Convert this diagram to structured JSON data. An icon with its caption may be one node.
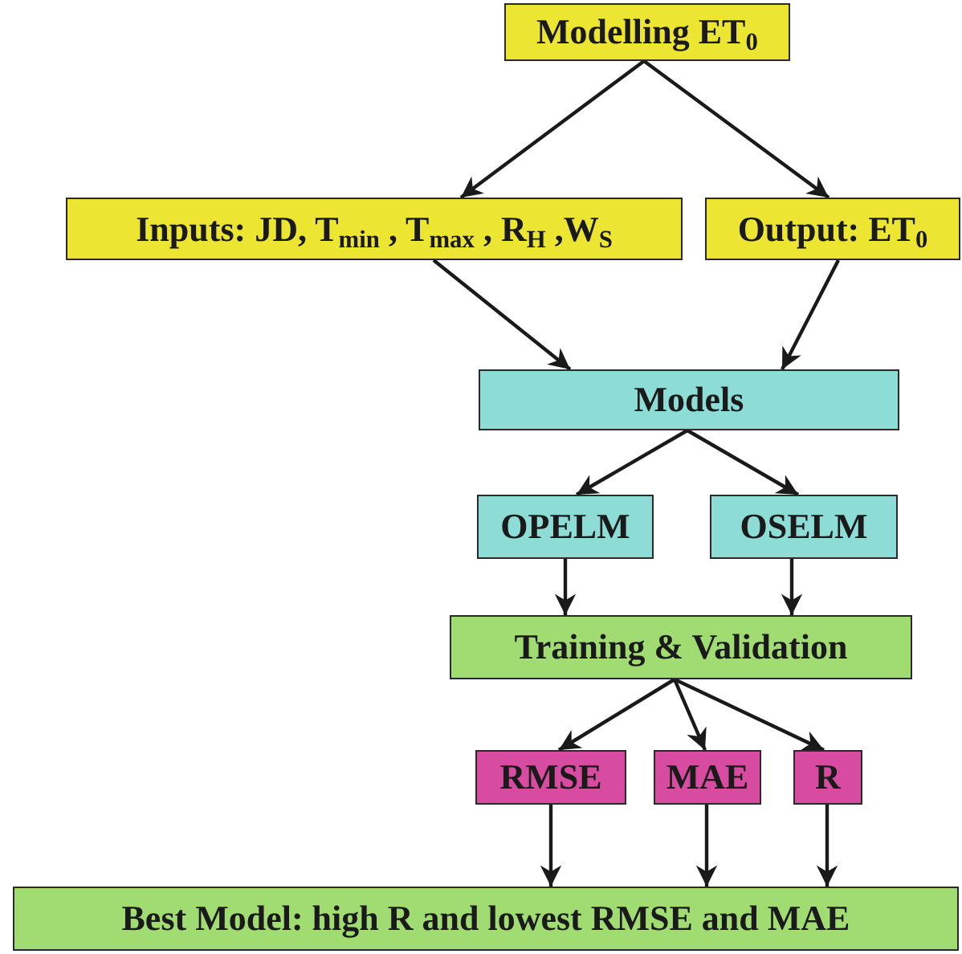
{
  "diagram": {
    "nodes": [
      {
        "text": [
          "Modelling ET$_{0}$"
        ]
      },
      {
        "text": [
          "Inputs: JD, T$_{min}$ , T$_{max}$ , R$_{H}$ ,W$_{S}$"
        ]
      },
      {
        "text": [
          "Output: ET$_{0}$"
        ]
      },
      {
        "text": [
          "Models"
        ]
      },
      {
        "text": [
          "OPELM"
        ]
      },
      {
        "text": [
          "OSELM"
        ]
      },
      {
        "text": [
          "Training & Validation"
        ]
      },
      {
        "text": [
          "RMSE"
        ]
      },
      {
        "text": [
          "MAE"
        ]
      },
      {
        "text": [
          "R"
        ]
      },
      {
        "text": [
          "Best Model: high R and lowest RMSE and MAE"
        ]
      }
    ],
    "edges": [
      {
        "from": 0,
        "to": 1,
        "arrow": "to"
      },
      {
        "from": 0,
        "to": 2,
        "arrow": "to"
      },
      {
        "from": 1,
        "to": 3,
        "arrow": "to"
      },
      {
        "from": 2,
        "to": 3,
        "arrow": "to"
      },
      {
        "from": 3,
        "to": 4,
        "arrow": "to"
      },
      {
        "from": 3,
        "to": 5,
        "arrow": "to"
      },
      {
        "from": 4,
        "to": 6,
        "arrow": "to"
      },
      {
        "from": 5,
        "to": 6,
        "arrow": "to"
      },
      {
        "from": 6,
        "to": 7,
        "arrow": "to"
      },
      {
        "from": 6,
        "to": 8,
        "arrow": "to"
      },
      {
        "from": 6,
        "to": 9,
        "arrow": "to"
      },
      {
        "from": 7,
        "to": 10,
        "arrow": "to"
      },
      {
        "from": 8,
        "to": 10,
        "arrow": "to"
      },
      {
        "from": 9,
        "to": 10,
        "arrow": "to"
      }
    ]
  }
}
